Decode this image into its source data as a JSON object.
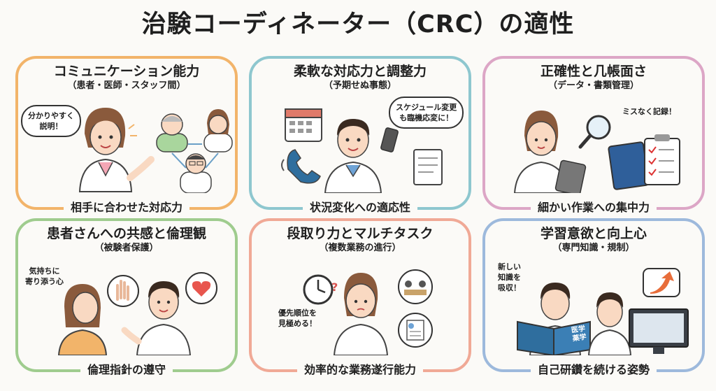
{
  "title": "治験コーディネーター（CRC）の適性",
  "colors": {
    "orange": "#f2b46a",
    "teal": "#8ec7cf",
    "pink": "#dca6c6",
    "green": "#9fcc8e",
    "salmon": "#f0a996",
    "blue": "#9db9dc"
  },
  "cards": [
    {
      "title": "コミュニケーション能力",
      "subtitle": "（患者・医師・スタッフ間）",
      "bottom": "相手に合わせた対応力",
      "bubble": "分かりやすく\n説明！",
      "icons": [
        "nurse",
        "elderly-patient",
        "female-doctor",
        "male-doctor"
      ]
    },
    {
      "title": "柔軟な対応力と調整力",
      "subtitle": "（予期せぬ事態）",
      "bottom": "状況変化への適応性",
      "bubble": "スケジュール変更\nも臨機応変に！",
      "icons": [
        "calendar",
        "phone",
        "smartphone",
        "document"
      ]
    },
    {
      "title": "正確性と几帳面さ",
      "subtitle": "（データ・書類管理）",
      "bottom": "細かい作業への集中力",
      "note": "ミスなく記録！",
      "icons": [
        "magnifier",
        "tablet",
        "binder",
        "checklist"
      ]
    },
    {
      "title": "患者さんへの共感と倫理観",
      "subtitle": "（被験者保護）",
      "bottom": "倫理指針の遵守",
      "note": "気持ちに\n寄り添う心",
      "icons": [
        "patient",
        "coordinator",
        "hand",
        "heart"
      ]
    },
    {
      "title": "段取り力とマルチタスク",
      "subtitle": "（複数業務の進行）",
      "bottom": "効率的な業務遂行能力",
      "note": "優先順位を\n見極める！",
      "icons": [
        "clock",
        "meeting",
        "report",
        "question"
      ]
    },
    {
      "title": "学習意欲と向上心",
      "subtitle": "（専門知識・規制）",
      "bottom": "自己研鑽を続ける姿勢",
      "note": "新しい\n知識を\n吸収！",
      "book_text": "医学\n薬学",
      "icons": [
        "book",
        "student",
        "monitor",
        "up-arrow"
      ]
    }
  ]
}
